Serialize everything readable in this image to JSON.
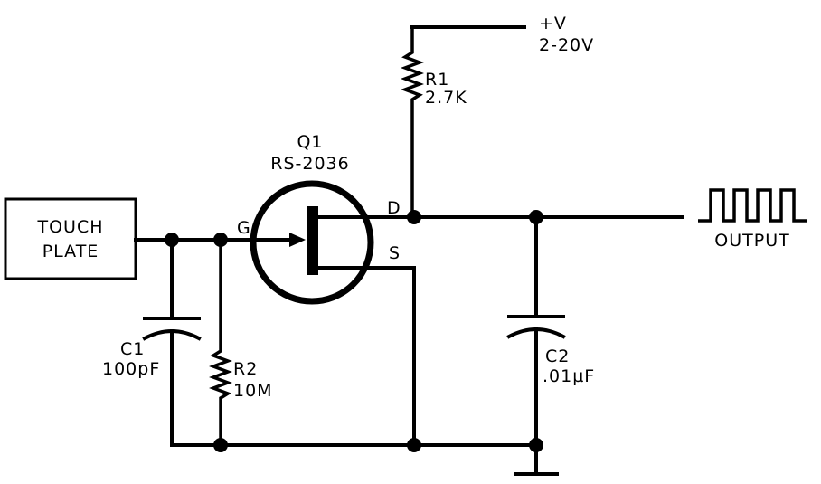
{
  "supply": {
    "label": "+V",
    "range": "2-20V"
  },
  "touch_plate": {
    "line1": "TOUCH",
    "line2": "PLATE"
  },
  "transistor": {
    "ref": "Q1",
    "part": "RS-2036",
    "gate": "G",
    "drain": "D",
    "source": "S"
  },
  "r1": {
    "ref": "R1",
    "value": "2.7K"
  },
  "r2": {
    "ref": "R2",
    "value": "10M"
  },
  "c1": {
    "ref": "C1",
    "value": "100pF"
  },
  "c2": {
    "ref": "C2",
    "value": ".01µF"
  },
  "output": {
    "label": "OUTPUT"
  }
}
